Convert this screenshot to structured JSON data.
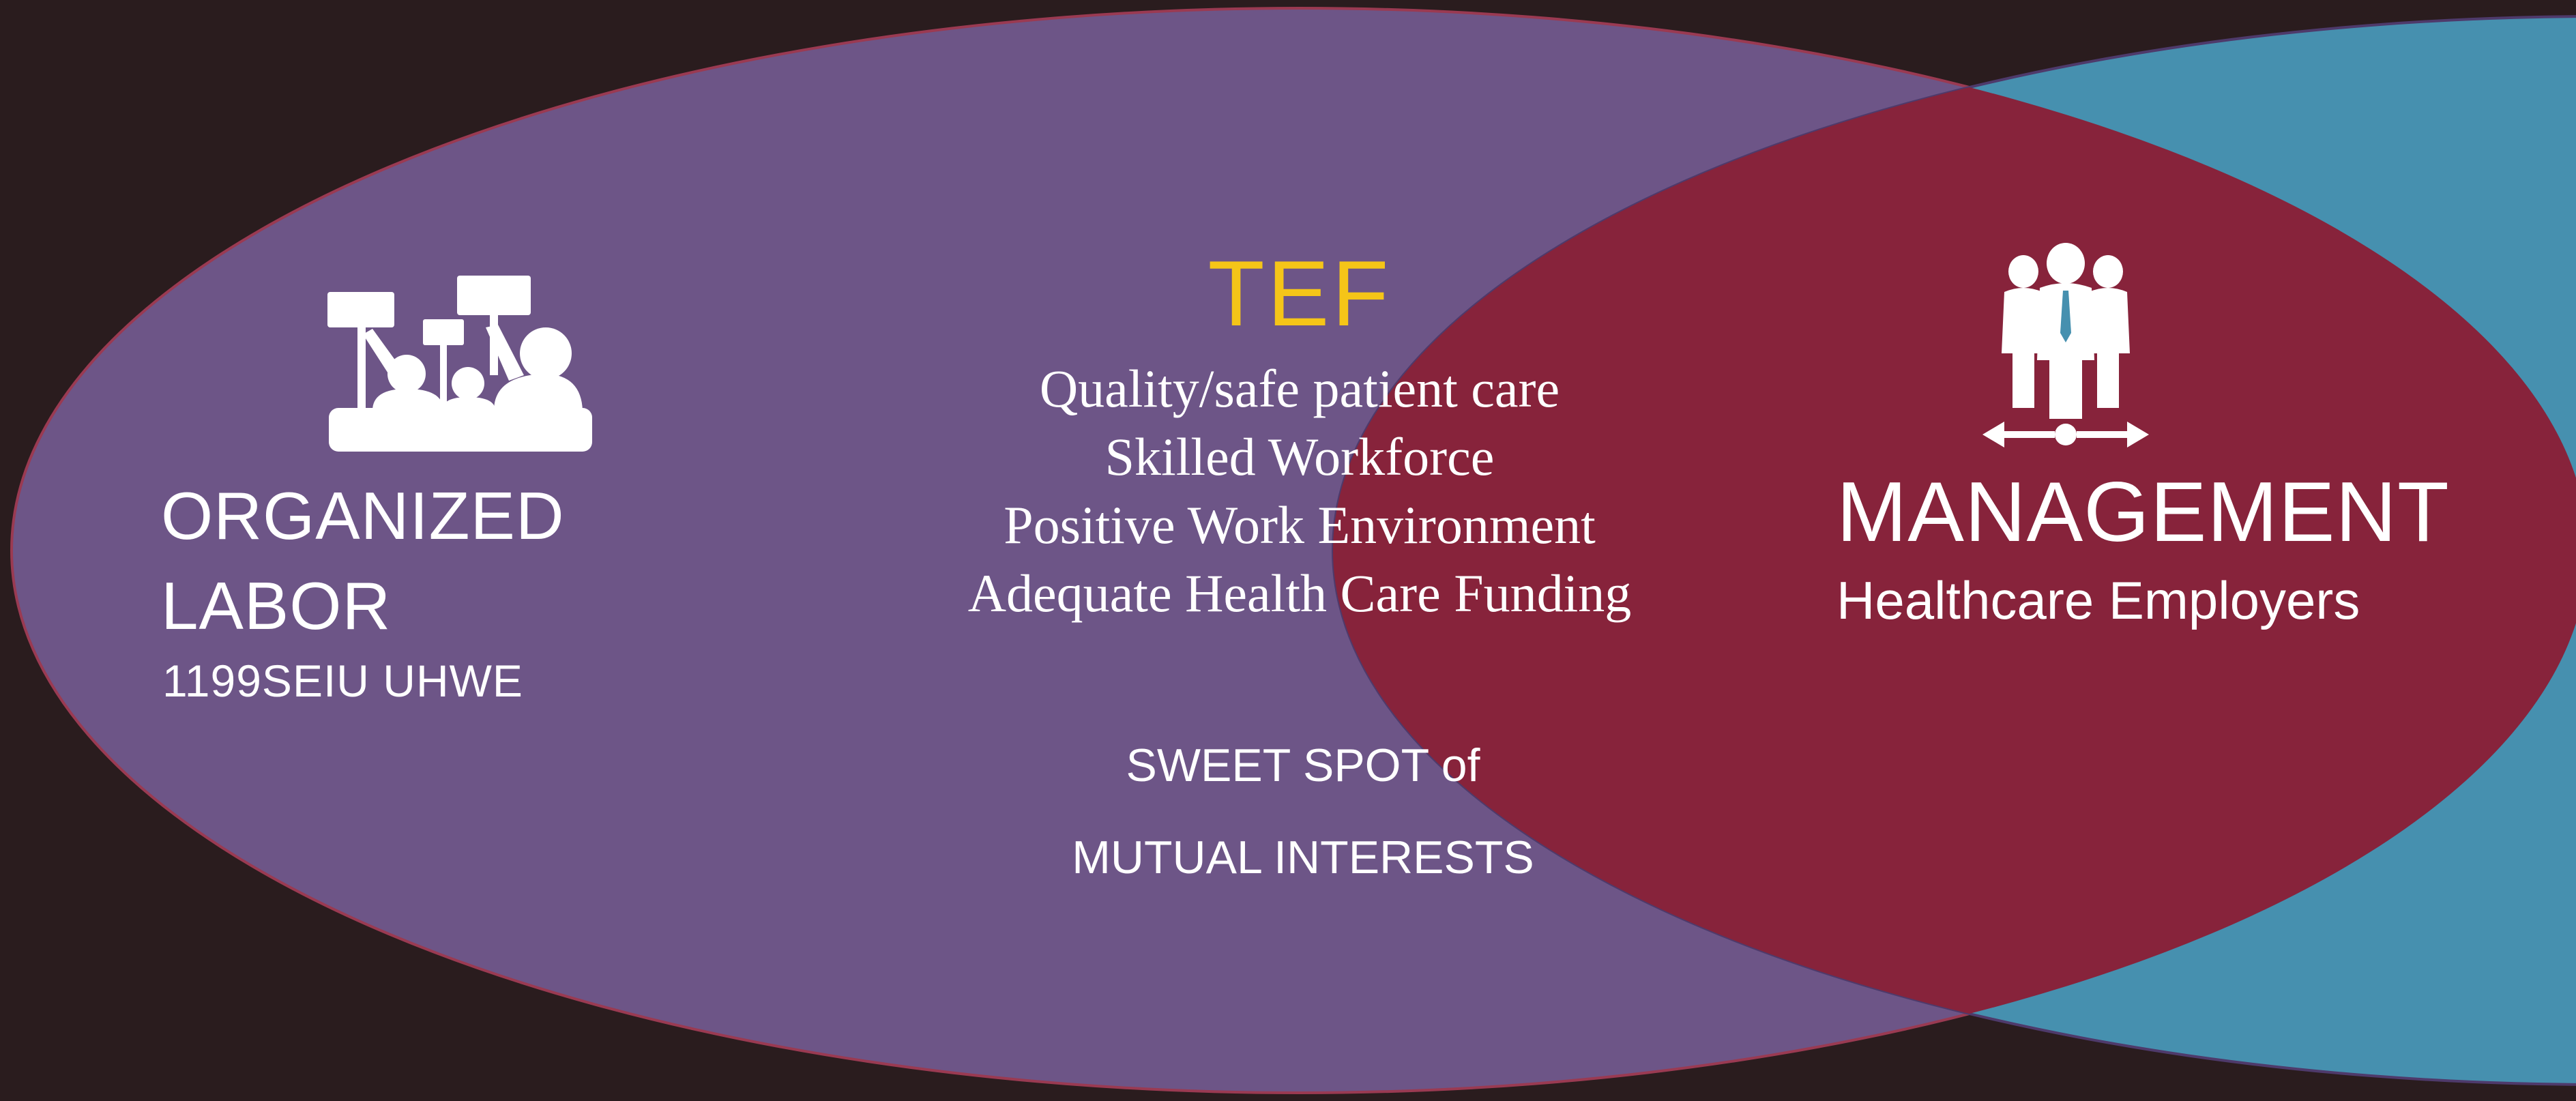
{
  "colors": {
    "background": "#2a1c1e",
    "left_circle": "#6d5587",
    "right_circle": "#4690af",
    "overlap": "#87233b",
    "accent": "#f5c518",
    "text": "#ffffff"
  },
  "left": {
    "icon": "protest-crowd-icon",
    "title_lines": [
      "ORGANIZED",
      "LABOR"
    ],
    "subtitle": "1199SEIU UHWE"
  },
  "center": {
    "title": "TEF",
    "items": [
      "Quality/safe patient care",
      "Skilled Workforce",
      "Positive Work Environment",
      "Adequate Health Care Funding"
    ],
    "tagline_lines": [
      "SWEET SPOT of",
      "MUTUAL INTERESTS"
    ]
  },
  "right": {
    "icon": "business-people-icon",
    "title": "MANAGEMENT",
    "subtitle": "Healthcare Employers"
  }
}
